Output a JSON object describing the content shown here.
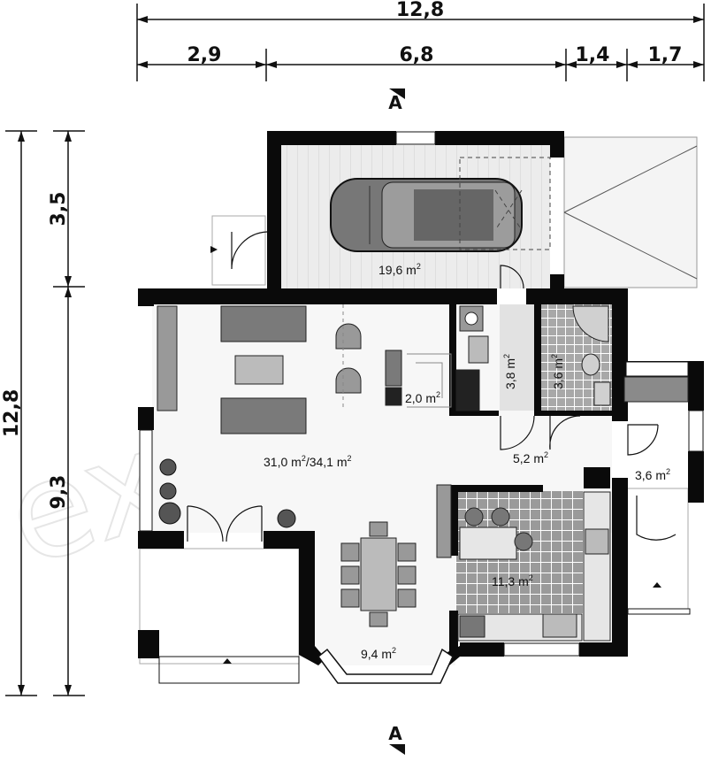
{
  "dimensions": {
    "top_total": "12,8",
    "top_seg1": "2,9",
    "top_seg2": "6,8",
    "top_seg3": "1,4",
    "top_seg4": "1,7",
    "left_total": "12,8",
    "left_seg1": "3,5",
    "left_seg2": "9,3"
  },
  "section_marker": "A",
  "rooms": {
    "garage": "19,6 m",
    "living": "31,0 m",
    "living_b": "/34,1 m",
    "stair": "2,0 m",
    "pantry": "3,8 m",
    "bathroom": "3,6 m",
    "hall": "5,2 m",
    "entry": "3,6 m",
    "kitchen": "11,3 m",
    "dining": "9,4 m",
    "unit_sup": "2"
  },
  "watermark": "extradom",
  "colors": {
    "wall": "#0a0a0a",
    "floor": "#f2f2f2",
    "furniture": "#6e6e6e",
    "tile": "#8a8a8a"
  }
}
